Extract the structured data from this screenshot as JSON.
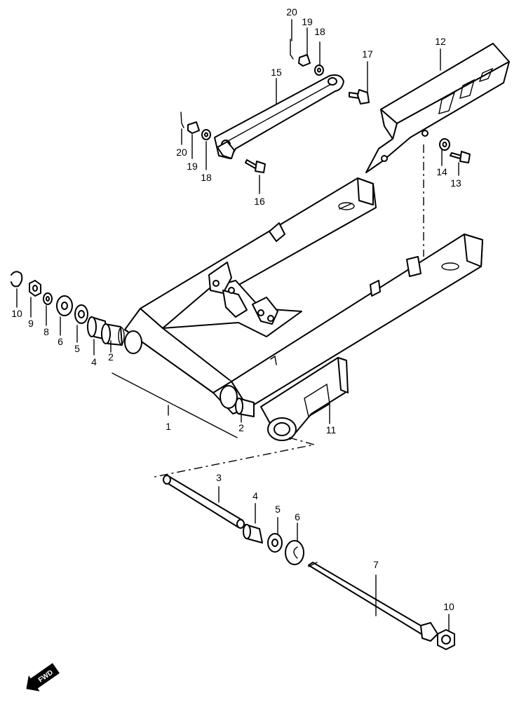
{
  "labels": {
    "p1": "1",
    "p2a": "2",
    "p2b": "2",
    "p3": "3",
    "p4a": "4",
    "p4b": "4",
    "p5a": "5",
    "p5b": "5",
    "p6a": "6",
    "p6b": "6",
    "p7": "7",
    "p8": "8",
    "p9": "9",
    "p10a": "10",
    "p10b": "10",
    "p11": "11",
    "p12": "12",
    "p13": "13",
    "p14": "14",
    "p15": "15",
    "p16": "16",
    "p17": "17",
    "p18a": "18",
    "p18b": "18",
    "p19a": "19",
    "p19b": "19",
    "p20a": "20",
    "p20b": "20"
  },
  "direction_arrow": {
    "text": "FWD"
  }
}
